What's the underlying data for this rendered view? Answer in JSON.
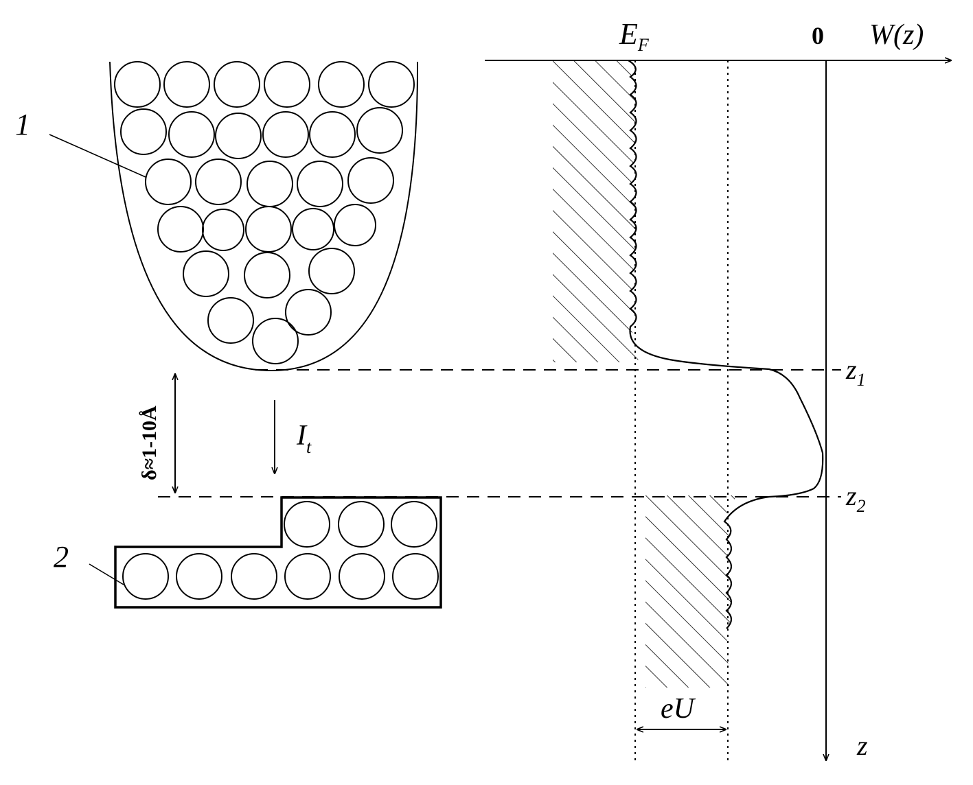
{
  "labels": {
    "tip_number": "1",
    "sample_number": "2",
    "fermi_level": "E",
    "fermi_sub": "F",
    "zero": "0",
    "energy_axis": "W(z)",
    "z1": "z",
    "z1_sub": "1",
    "z2": "z",
    "z2_sub": "2",
    "z_axis": "z",
    "current": "I",
    "current_sub": "t",
    "gap": "δ≈1-10Å",
    "bias": "eU"
  },
  "colors": {
    "ink": "#000000",
    "background": "#ffffff"
  }
}
